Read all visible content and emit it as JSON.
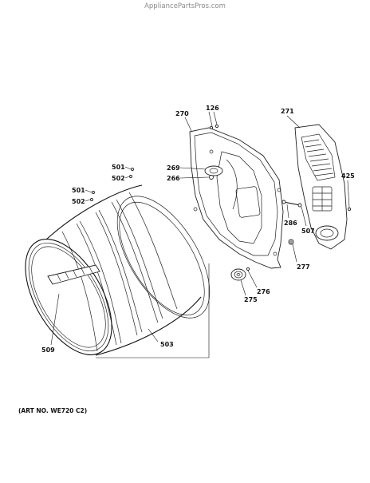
{
  "watermark": "AppliancePartsPros.com",
  "art_no": "(ART NO. WE720 C2)",
  "callouts": {
    "c126": "126",
    "c270": "270",
    "c271": "271",
    "c269": "269",
    "c266": "266",
    "c501a": "501",
    "c502a": "502",
    "c501b": "501",
    "c502b": "502",
    "c425": "425",
    "c286": "286",
    "c507": "507",
    "c277": "277",
    "c276": "276",
    "c275": "275",
    "c509": "509",
    "c503": "503"
  }
}
